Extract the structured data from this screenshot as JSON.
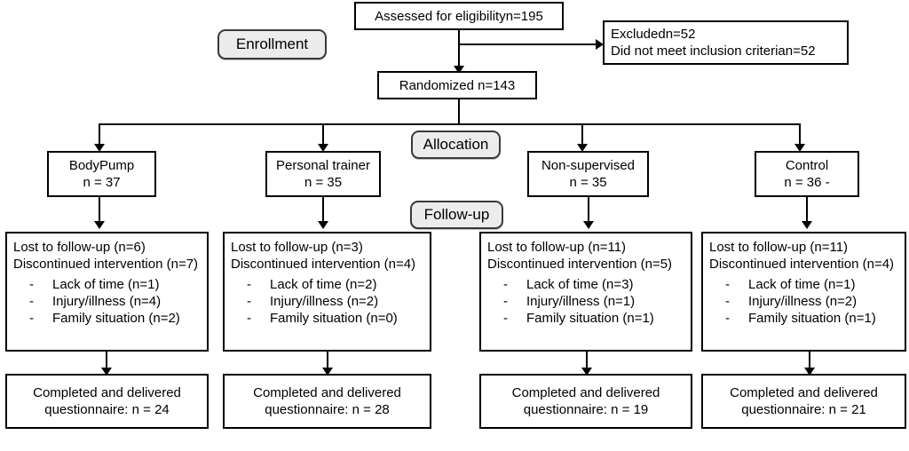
{
  "diagram": {
    "title": "CONSORT participant flow diagram",
    "stages": [
      {
        "id": "enrollment",
        "label": "Enrollment"
      },
      {
        "id": "allocation",
        "label": "Allocation"
      },
      {
        "id": "followup",
        "label": "Follow-up"
      }
    ],
    "enrollment": {
      "assessed": "Assessed for eligibilityn=195",
      "excluded": [
        "Excludedn=52",
        "Did not meet inclusion criterian=52"
      ],
      "randomized": "Randomized n=143"
    },
    "arms": [
      {
        "id": "bodypump",
        "name": "BodyPump",
        "n": "n = 37"
      },
      {
        "id": "personal-trainer",
        "name": "Personal trainer",
        "n": "n = 35"
      },
      {
        "id": "non-supervised",
        "name": "Non-supervised",
        "n": "n = 35"
      },
      {
        "id": "control",
        "name": "Control",
        "n": "n = 36 -"
      }
    ],
    "followup": [
      {
        "arm": "bodypump",
        "lost": "Lost to follow-up (n=6)",
        "discontinued": "Discontinued intervention (n=7)",
        "reasons": [
          {
            "dash": "-",
            "text": "Lack of time (n=1)"
          },
          {
            "dash": "-",
            "text": "Injury/illness (n=4)"
          },
          {
            "dash": "-",
            "text": "Family situation (n=2)"
          }
        ]
      },
      {
        "arm": "personal-trainer",
        "lost": "Lost to follow-up (n=3)",
        "discontinued": "Discontinued intervention (n=4)",
        "reasons": [
          {
            "dash": "-",
            "text": "Lack of time (n=2)"
          },
          {
            "dash": "-",
            "text": "Injury/illness (n=2)"
          },
          {
            "dash": "-",
            "text": "Family situation (n=0)"
          }
        ]
      },
      {
        "arm": "non-supervised",
        "lost": "Lost to follow-up (n=11)",
        "discontinued": "Discontinued intervention (n=5)",
        "reasons": [
          {
            "dash": "-",
            "text": "Lack of time (n=3)"
          },
          {
            "dash": "-",
            "text": "Injury/illness (n=1)"
          },
          {
            "dash": "-",
            "text": "Family situation (n=1)"
          }
        ]
      },
      {
        "arm": "control",
        "lost": "Lost to follow-up (n=11)",
        "discontinued": "Discontinued intervention (n=4)",
        "reasons": [
          {
            "dash": "-",
            "text": "Lack of time (n=1)"
          },
          {
            "dash": "-",
            "text": "Injury/illness (n=2)"
          },
          {
            "dash": "-",
            "text": "Family situation (n=1)"
          }
        ]
      }
    ],
    "completed": [
      {
        "arm": "bodypump",
        "line1": "Completed and delivered",
        "line2": "questionnaire: n = 24"
      },
      {
        "arm": "personal-trainer",
        "line1": "Completed and delivered",
        "line2": "questionnaire: n = 28"
      },
      {
        "arm": "non-supervised",
        "line1": "Completed and delivered",
        "line2": "questionnaire: n = 19"
      },
      {
        "arm": "control",
        "line1": "Completed and delivered",
        "line2": "questionnaire: n = 21"
      }
    ],
    "colors": {
      "stroke": "#000000",
      "box_fill": "#ffffff",
      "pill_fill": "#ececec",
      "pill_stroke": "#3a3a3a"
    }
  }
}
